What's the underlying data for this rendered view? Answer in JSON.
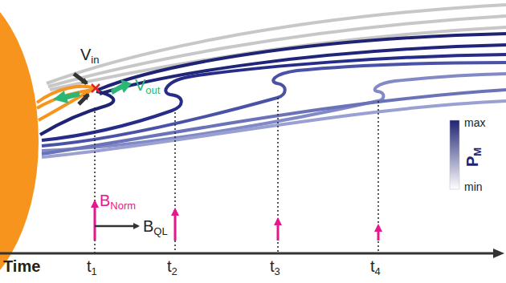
{
  "diagram": {
    "labels": [
      "V",
      "in",
      "V",
      "out",
      "B",
      "Norm",
      "B",
      "QL",
      "max",
      "min",
      "P",
      "M",
      "Time",
      "t",
      "1",
      "t",
      "2",
      "t",
      "3",
      "t",
      "4"
    ]
  }
}
